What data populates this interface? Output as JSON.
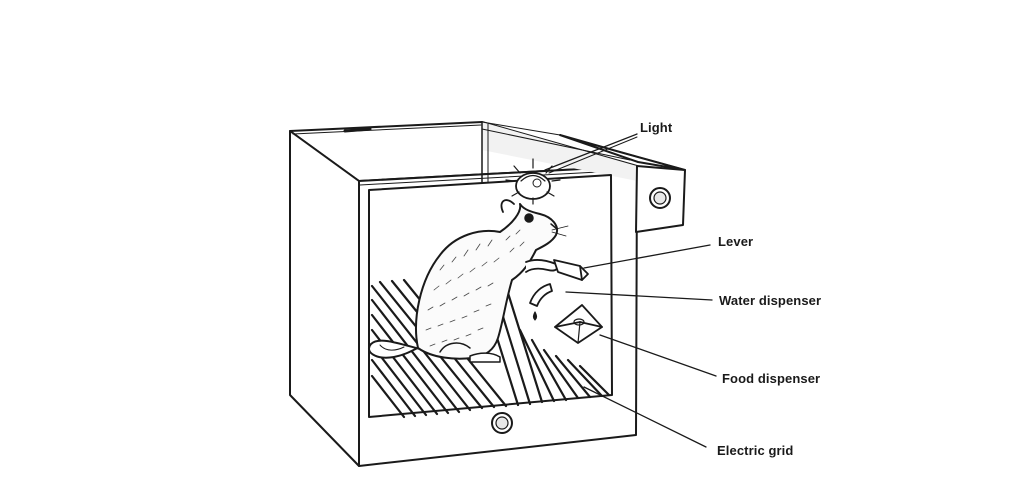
{
  "diagram": {
    "subject": "skinner-box-operant-conditioning-chamber",
    "stroke_color": "#1a1a1a",
    "background_color": "#ffffff",
    "labels": {
      "light": "Light",
      "lever": "Lever",
      "water_dispenser": "Water dispenser",
      "food_dispenser": "Food dispenser",
      "electric_grid": "Electric grid"
    }
  }
}
